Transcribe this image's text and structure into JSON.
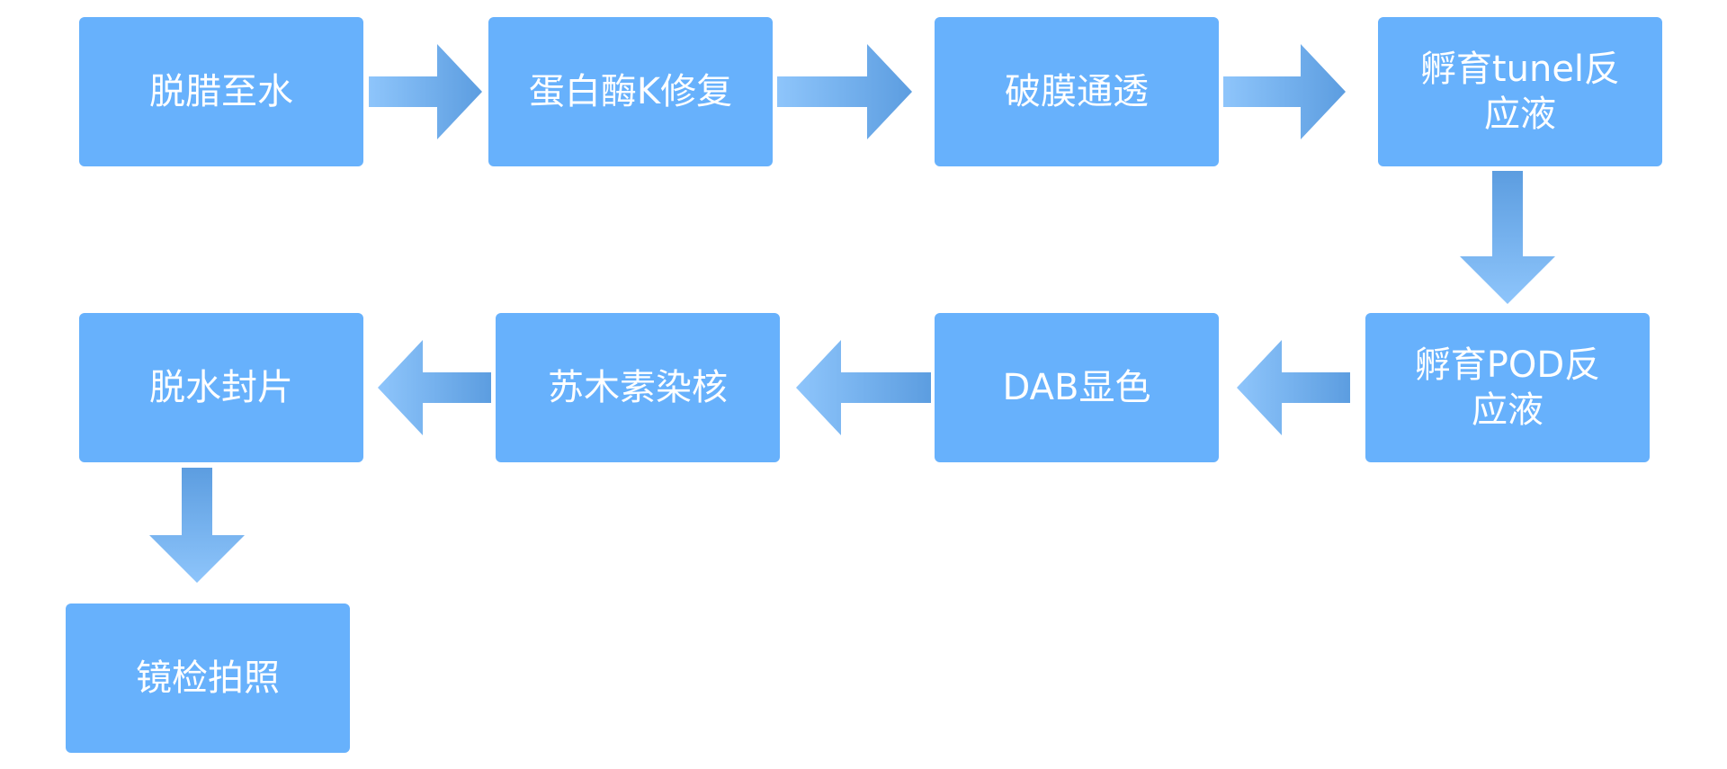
{
  "steps": [
    {
      "id": "step-1",
      "label": "脱腊至水"
    },
    {
      "id": "step-2",
      "label": "蛋白酶K修复"
    },
    {
      "id": "step-3",
      "label": "破膜通透"
    },
    {
      "id": "step-4",
      "label": "孵育tunel反\n应液"
    },
    {
      "id": "step-5",
      "label": "孵育POD反\n应液"
    },
    {
      "id": "step-6",
      "label": "DAB显色"
    },
    {
      "id": "step-7",
      "label": "苏木素染核"
    },
    {
      "id": "step-8",
      "label": "脱水封片"
    },
    {
      "id": "step-9",
      "label": "镜检拍照"
    }
  ],
  "colors": {
    "box_fill": "#67b1fc",
    "box_text": "#ffffff",
    "arrow_light": "#8ec5fb",
    "arrow_dark": "#5c9de0"
  }
}
